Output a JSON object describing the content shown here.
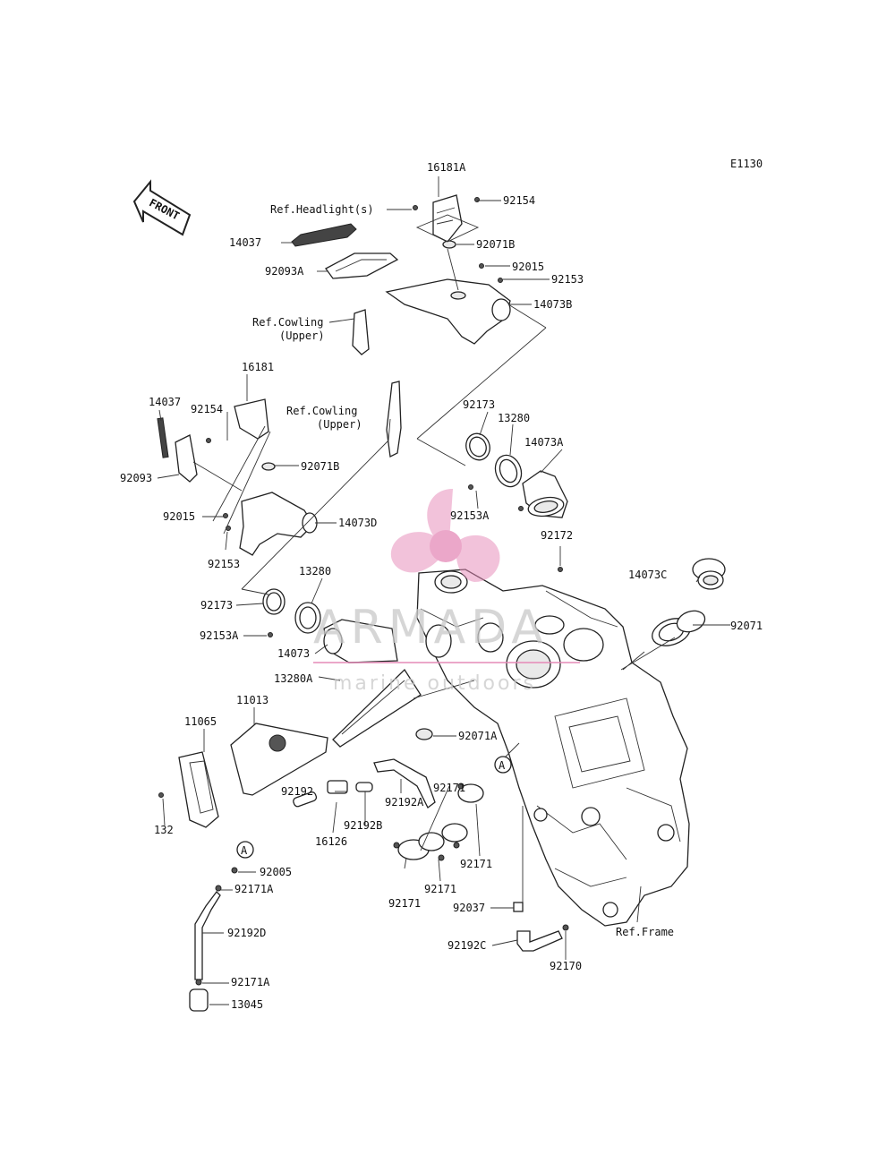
{
  "diagram_code": "E1130",
  "front_label": "FRONT",
  "watermark": {
    "brand": "ARMADA",
    "tagline": "marine outdoors",
    "color": "#e58ab8"
  },
  "refs": {
    "headlight": "Ref.Headlight(s)",
    "cowling_upper_1a": "Ref.Cowling",
    "cowling_upper_1b": "(Upper)",
    "cowling_upper_2a": "Ref.Cowling",
    "cowling_upper_2b": "(Upper)",
    "frame": "Ref.Frame"
  },
  "callout_a": "A",
  "parts": {
    "p16181A": "16181A",
    "p92154_top": "92154",
    "p14037_top": "14037",
    "p92071B_top": "92071B",
    "p92015_top": "92015",
    "p92093A": "92093A",
    "p92153_top": "92153",
    "p14073B": "14073B",
    "p16181": "16181",
    "p14037_left": "14037",
    "p92154_left": "92154",
    "p92093": "92093",
    "p92071B_left": "92071B",
    "p92015_left": "92015",
    "p14073D": "14073D",
    "p92153_left": "92153",
    "p92173_top": "92173",
    "p13280_top": "13280",
    "p14073A": "14073A",
    "p92153A_top": "92153A",
    "p92172": "92172",
    "p14073C": "14073C",
    "p92071": "92071",
    "p13280_left": "13280",
    "p92173_left": "92173",
    "p92153A_left": "92153A",
    "p14073": "14073",
    "p13280A": "13280A",
    "p11013": "11013",
    "p11065": "11065",
    "p92071A": "92071A",
    "p92192": "92192",
    "p92192A": "92192A",
    "p92171_a": "92171",
    "p92192B": "92192B",
    "p16126": "16126",
    "p132": "132",
    "p92171_b": "92171",
    "p92171_c": "92171",
    "p92171_d": "92171",
    "p92005": "92005",
    "p92171A_top": "92171A",
    "p92192D": "92192D",
    "p92171A_bot": "92171A",
    "p13045": "13045",
    "p92037": "92037",
    "p92192C": "92192C",
    "p92170": "92170"
  }
}
